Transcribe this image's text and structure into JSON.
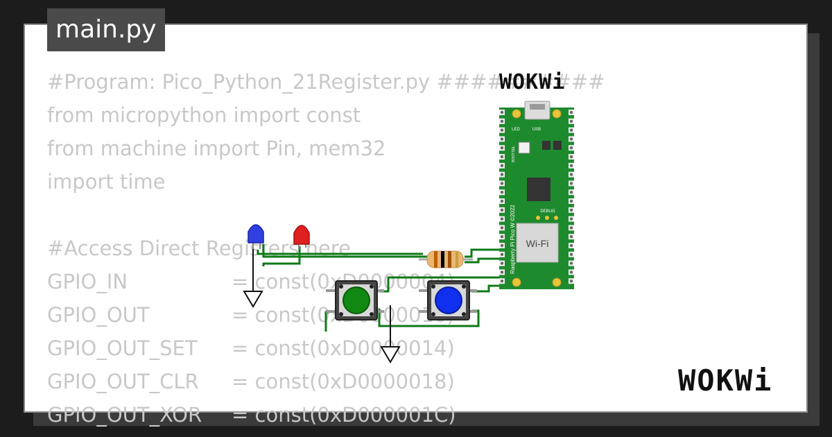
{
  "file_tab": {
    "label": "main.py"
  },
  "code": {
    "lines": [
      "#Program: Pico_Python_21Register.py ##########",
      "from micropython import const",
      "from machine import Pin, mem32",
      "import time",
      "",
      "#Access Direct Registers here"
    ],
    "registers": [
      {
        "name": "GPIO_IN",
        "value": "= const(0xD0000004)"
      },
      {
        "name": "GPIO_OUT",
        "value": "= const(0xD0000010)"
      },
      {
        "name": "GPIO_OUT_SET",
        "value": "= const(0xD0000014)"
      },
      {
        "name": "GPIO_OUT_CLR",
        "value": "= const(0xD0000018)"
      },
      {
        "name": "GPIO_OUT_XOR",
        "value": "= const(0xD000001C)"
      }
    ]
  },
  "board": {
    "model_text": "Raspberry Pi Pico W ©2022",
    "wifi_label": "Wi-Fi",
    "debug_label": "DEBUG",
    "led_label": "LED",
    "usb_label": "USB",
    "bootsel_label": "BOOTSEL"
  },
  "components": {
    "led_blue_color": "#2f3fe0",
    "led_red_color": "#e02020",
    "button_green_color": "#118811",
    "button_blue_color": "#1030ee",
    "board_color": "#1e8a2e",
    "wire_color": "#0e7a17"
  },
  "brand": {
    "small": "WOKWi",
    "large": "WOKWi"
  }
}
